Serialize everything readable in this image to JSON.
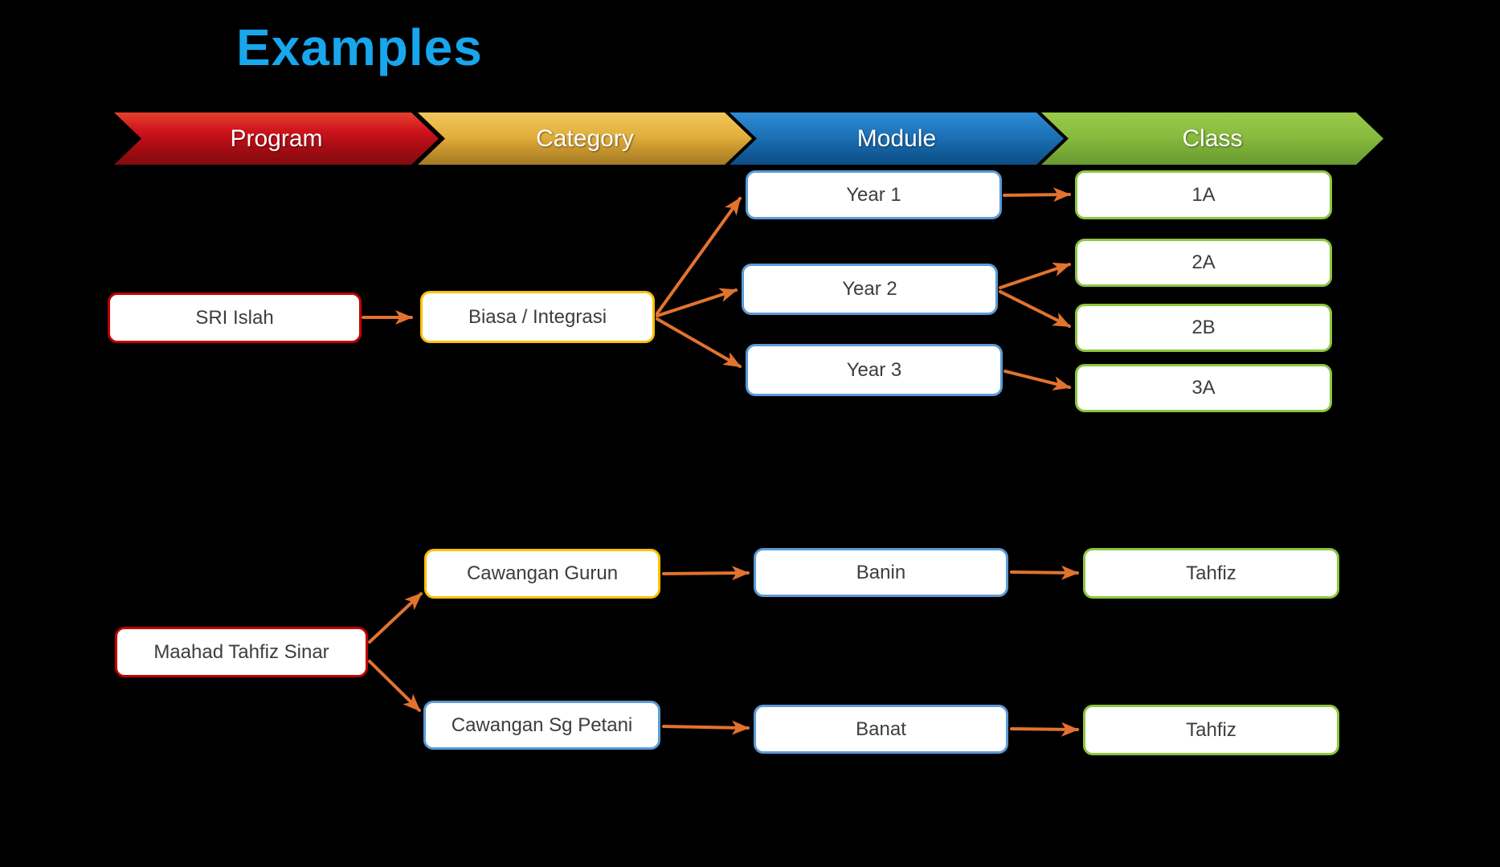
{
  "title": "Examples",
  "palette": {
    "background": "#000000",
    "title_blue": "#18a6ec",
    "connector_orange": "#e2732f",
    "node_fill": "#ffffff",
    "node_text": "#3d3d3d",
    "border_red": "#c00000",
    "border_gold": "#ffc000",
    "border_blue": "#5b9bd5",
    "border_green": "#8dc63f"
  },
  "pipeline": {
    "steps": [
      {
        "label": "Program",
        "color": "#cf141c"
      },
      {
        "label": "Category",
        "color": "#e3af3c"
      },
      {
        "label": "Module",
        "color": "#1d71b6"
      },
      {
        "label": "Class",
        "color": "#88bb3e"
      }
    ]
  },
  "nodes": [
    {
      "id": "sri-islah",
      "label": "SRI Islah",
      "column": "Program",
      "border": "red"
    },
    {
      "id": "biasa-integrasi",
      "label": "Biasa / Integrasi",
      "column": "Category",
      "border": "gold"
    },
    {
      "id": "year-1",
      "label": "Year 1",
      "column": "Module",
      "border": "blue"
    },
    {
      "id": "year-2",
      "label": "Year 2",
      "column": "Module",
      "border": "blue"
    },
    {
      "id": "year-3",
      "label": "Year 3",
      "column": "Module",
      "border": "blue"
    },
    {
      "id": "class-1a",
      "label": "1A",
      "column": "Class",
      "border": "green"
    },
    {
      "id": "class-2a",
      "label": "2A",
      "column": "Class",
      "border": "green"
    },
    {
      "id": "class-2b",
      "label": "2B",
      "column": "Class",
      "border": "green"
    },
    {
      "id": "class-3a",
      "label": "3A",
      "column": "Class",
      "border": "green"
    },
    {
      "id": "maahad-tahfiz-sinar",
      "label": "Maahad Tahfiz Sinar",
      "column": "Program",
      "border": "red"
    },
    {
      "id": "cawangan-gurun",
      "label": "Cawangan Gurun",
      "column": "Category",
      "border": "gold"
    },
    {
      "id": "cawangan-sg-petani",
      "label": "Cawangan Sg Petani",
      "column": "Category",
      "border": "blue"
    },
    {
      "id": "banin",
      "label": "Banin",
      "column": "Module",
      "border": "blue"
    },
    {
      "id": "banat",
      "label": "Banat",
      "column": "Module",
      "border": "blue"
    },
    {
      "id": "tahfiz-banin",
      "label": "Tahfiz",
      "column": "Class",
      "border": "green"
    },
    {
      "id": "tahfiz-banat",
      "label": "Tahfiz",
      "column": "Class",
      "border": "green"
    }
  ],
  "edges": [
    {
      "from": "SRI Islah",
      "to": "Biasa / Integrasi"
    },
    {
      "from": "Biasa / Integrasi",
      "to": "Year 1"
    },
    {
      "from": "Biasa / Integrasi",
      "to": "Year 2"
    },
    {
      "from": "Biasa / Integrasi",
      "to": "Year 3"
    },
    {
      "from": "Year 1",
      "to": "1A"
    },
    {
      "from": "Year 2",
      "to": "2A"
    },
    {
      "from": "Year 2",
      "to": "2B"
    },
    {
      "from": "Year 3",
      "to": "3A"
    },
    {
      "from": "Maahad Tahfiz Sinar",
      "to": "Cawangan Gurun"
    },
    {
      "from": "Maahad Tahfiz Sinar",
      "to": "Cawangan Sg Petani"
    },
    {
      "from": "Cawangan Gurun",
      "to": "Banin"
    },
    {
      "from": "Cawangan Sg Petani",
      "to": "Banat"
    },
    {
      "from": "Banin",
      "to": "Tahfiz"
    },
    {
      "from": "Banat",
      "to": "Tahfiz"
    }
  ]
}
